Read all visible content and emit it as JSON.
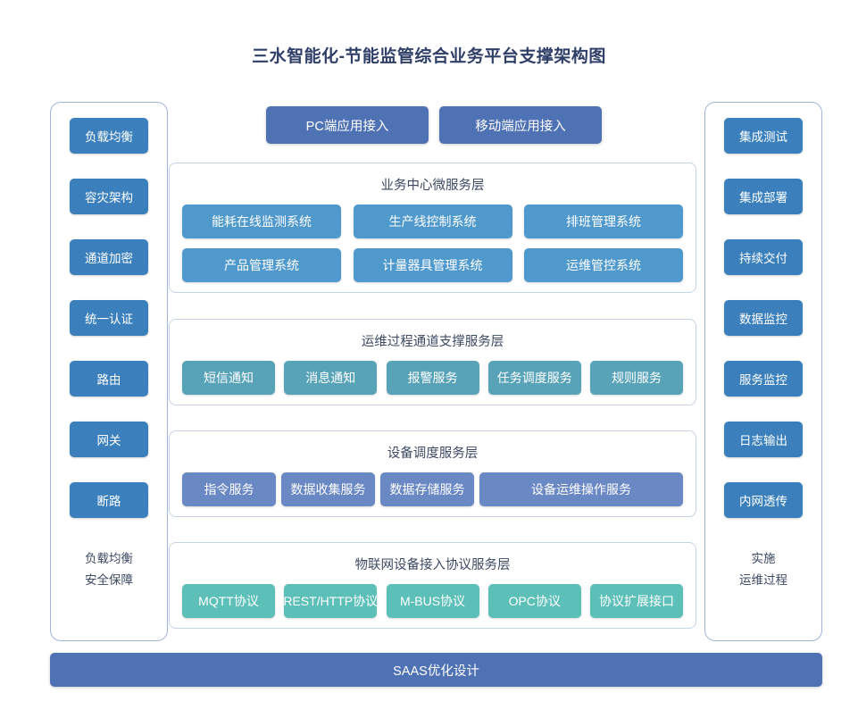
{
  "title": "三水智能化-节能监管综合业务平台支撑架构图",
  "colors": {
    "title": "#2f3f68",
    "side_button": "#3b80bd",
    "access_button": "#4f72b5",
    "business_node": "#5099cc",
    "ops_node": "#58a3b8",
    "device_node": "#6a88c4",
    "iot_node": "#5cbfb8",
    "bottom_bar": "#4f72b5",
    "panel_border": "#c6d3e6",
    "side_border": "#9fb4d8"
  },
  "left_column": {
    "items": [
      {
        "label": "负载均衡"
      },
      {
        "label": "容灾架构"
      },
      {
        "label": "通道加密"
      },
      {
        "label": "统一认证"
      },
      {
        "label": "路由"
      },
      {
        "label": "网关"
      },
      {
        "label": "断路"
      }
    ],
    "caption_line1": "负载均衡",
    "caption_line2": "安全保障"
  },
  "right_column": {
    "items": [
      {
        "label": "集成测试"
      },
      {
        "label": "集成部署"
      },
      {
        "label": "持续交付"
      },
      {
        "label": "数据监控"
      },
      {
        "label": "服务监控"
      },
      {
        "label": "日志输出"
      },
      {
        "label": "内网透传"
      }
    ],
    "caption_line1": "实施",
    "caption_line2": "运维过程"
  },
  "access": {
    "items": [
      {
        "label": "PC端应用接入"
      },
      {
        "label": "移动端应用接入"
      }
    ]
  },
  "layers": [
    {
      "id": "business",
      "title": "业务中心微服务层",
      "rows": [
        [
          {
            "label": "能耗在线监测系统"
          },
          {
            "label": "生产线控制系统"
          },
          {
            "label": "排班管理系统"
          }
        ],
        [
          {
            "label": "产品管理系统"
          },
          {
            "label": "计量器具管理系统"
          },
          {
            "label": "运维管控系统"
          }
        ]
      ]
    },
    {
      "id": "ops",
      "title": "运维过程通道支撑服务层",
      "rows": [
        [
          {
            "label": "短信通知"
          },
          {
            "label": "消息通知"
          },
          {
            "label": "报警服务"
          },
          {
            "label": "任务调度服务"
          },
          {
            "label": "规则服务"
          }
        ]
      ]
    },
    {
      "id": "device",
      "title": "设备调度服务层",
      "rows": [
        [
          {
            "label": "指令服务"
          },
          {
            "label": "数据收集服务"
          },
          {
            "label": "数据存储服务"
          },
          {
            "label": "设备运维操作服务"
          }
        ]
      ]
    },
    {
      "id": "iot",
      "title": "物联网设备接入协议服务层",
      "rows": [
        [
          {
            "label": "MQTT协议"
          },
          {
            "label": "REST/HTTP协议"
          },
          {
            "label": "M-BUS协议"
          },
          {
            "label": "OPC协议"
          },
          {
            "label": "协议扩展接口"
          }
        ]
      ]
    }
  ],
  "bottom_bar": {
    "label": "SAAS优化设计"
  }
}
